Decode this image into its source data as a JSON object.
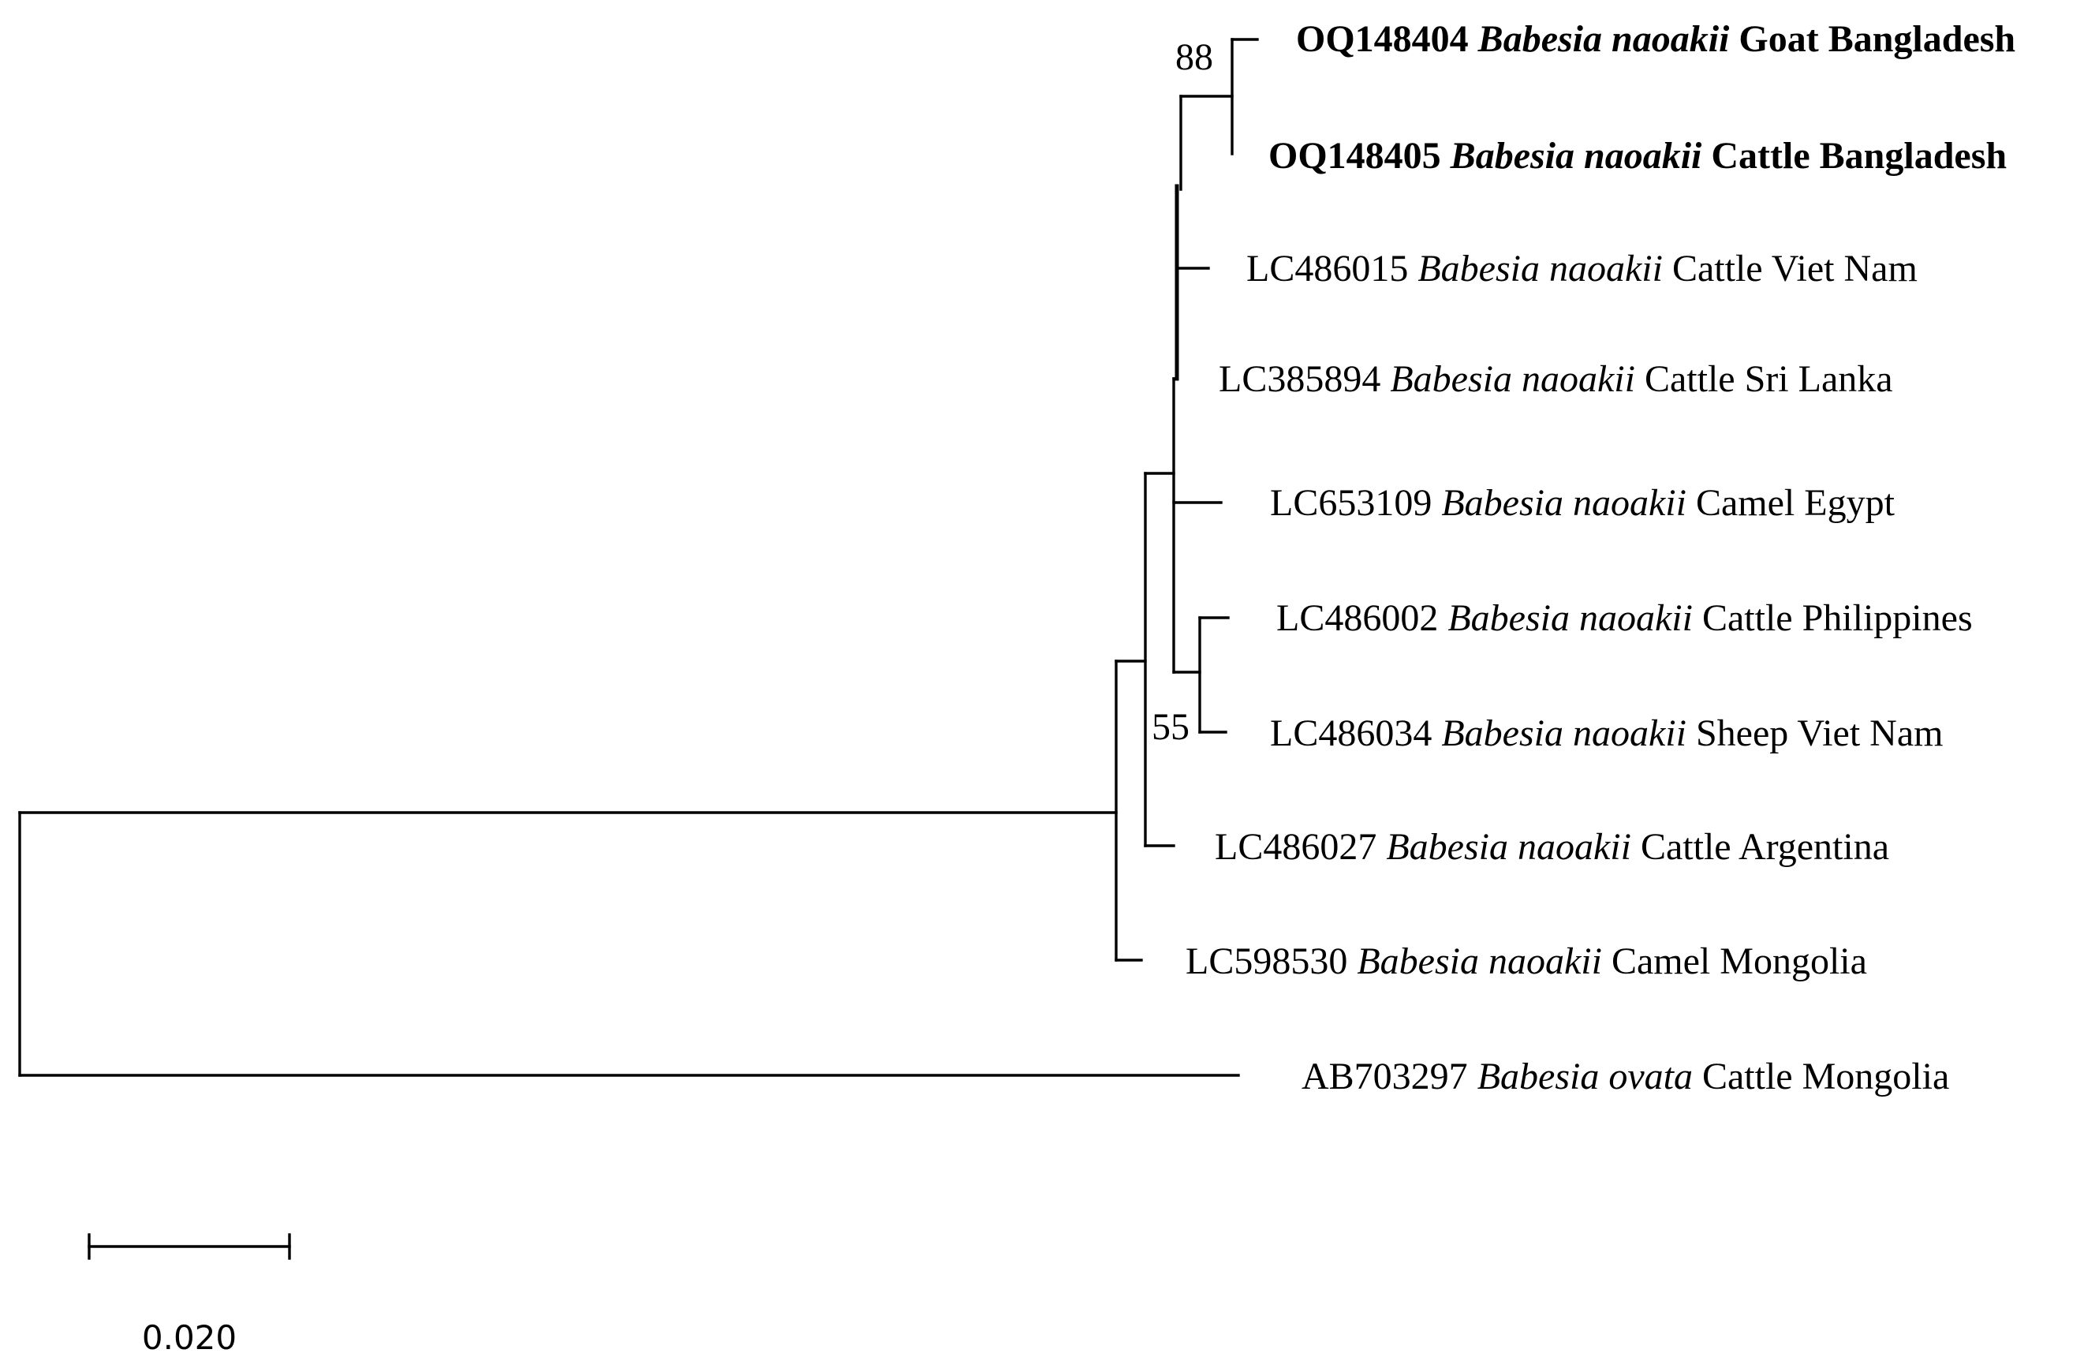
{
  "tree": {
    "taxa": [
      {
        "accession": "OQ148404",
        "species": "Babesia naoakii",
        "host_location": "Goat Bangladesh",
        "bold": true
      },
      {
        "accession": "OQ148405",
        "species": "Babesia naoakii",
        "host_location": "Cattle Bangladesh",
        "bold": true
      },
      {
        "accession": "LC486015",
        "species": "Babesia naoakii",
        "host_location": "Cattle Viet Nam",
        "bold": false
      },
      {
        "accession": "LC385894",
        "species": "Babesia naoakii",
        "host_location": "Cattle Sri Lanka",
        "bold": false
      },
      {
        "accession": "LC653109",
        "species": "Babesia naoakii",
        "host_location": "Camel Egypt",
        "bold": false
      },
      {
        "accession": "LC486002",
        "species": "Babesia naoakii",
        "host_location": "Cattle Philippines",
        "bold": false
      },
      {
        "accession": "LC486034",
        "species": "Babesia naoakii",
        "host_location": "Sheep Viet Nam",
        "bold": false
      },
      {
        "accession": "LC486027",
        "species": "Babesia naoakii",
        "host_location": "Cattle Argentina",
        "bold": false
      },
      {
        "accession": "LC598530",
        "species": "Babesia naoakii",
        "host_location": "Camel Mongolia",
        "bold": false
      },
      {
        "accession": "AB703297",
        "species": "Babesia ovata",
        "host_location": "Cattle Mongolia",
        "bold": false
      }
    ],
    "bootstrap": {
      "bangladesh_clade": "88",
      "philippines_sheep_clade": "55"
    },
    "scale_bar": {
      "label": "0.020",
      "value": 0.02
    }
  }
}
